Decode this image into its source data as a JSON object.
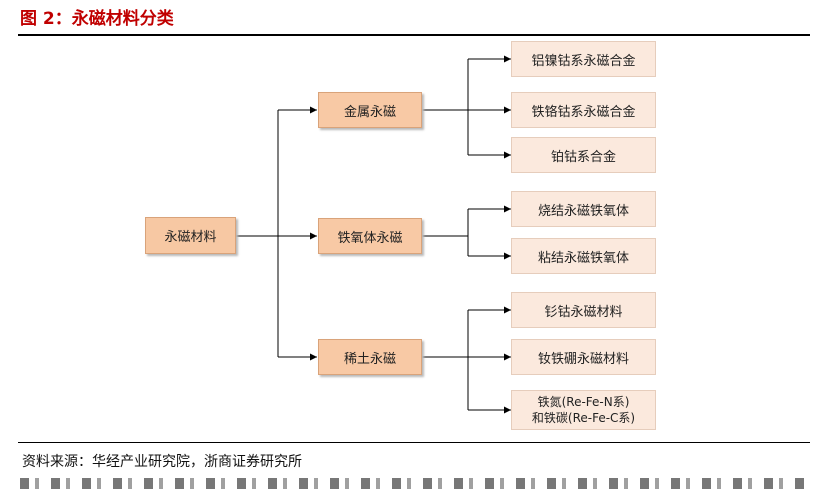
{
  "figure": {
    "title": "图 2：永磁材料分类",
    "source": "资料来源：华经产业研究院，浙商证券研究所"
  },
  "diagram": {
    "root": "永磁材料",
    "categories": [
      {
        "label": "金属永磁",
        "children": [
          "铝镍钴系永磁合金",
          "铁铬钴系永磁合金",
          "铂钴系合金"
        ]
      },
      {
        "label": "铁氧体永磁",
        "children": [
          "烧结永磁铁氧体",
          "粘结永磁铁氧体"
        ]
      },
      {
        "label": "稀土永磁",
        "children": [
          "钐钴永磁材料",
          "钕铁硼永磁材料"
        ],
        "last_child": [
          "铁氮(Re-Fe-N系)",
          "和铁碳(Re-Fe-C系)"
        ]
      }
    ]
  },
  "colors": {
    "title": "#c00000",
    "box_fill": "#f7c8a3",
    "leaf_fill": "#fbe9dd",
    "line": "#000000"
  }
}
